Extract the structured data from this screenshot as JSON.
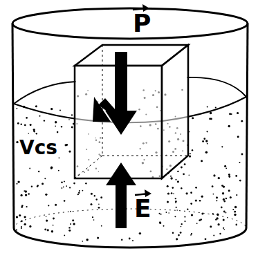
{
  "diagram": {
    "labels": [
      "P",
      "E",
      "Vcs"
    ]
  }
}
